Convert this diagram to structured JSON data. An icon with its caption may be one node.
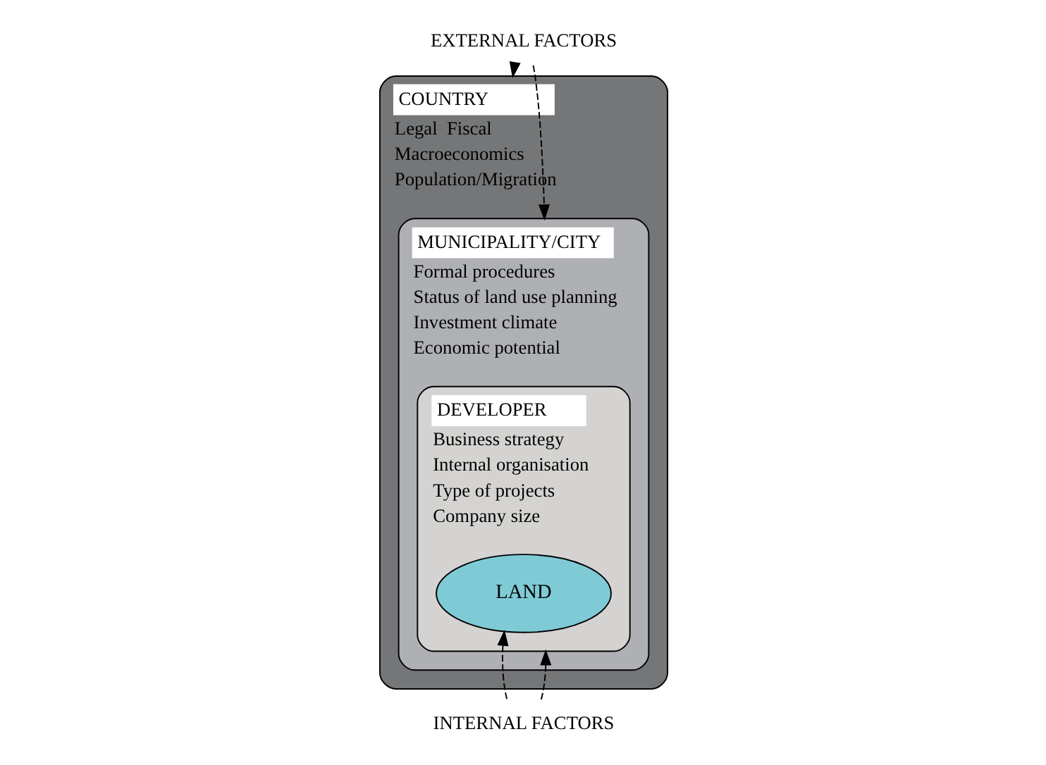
{
  "diagram": {
    "nodes": [
      {
        "text": [
          "COUNTRY",
          "Legal  Fiscal",
          "Macroeconomics",
          "Population/Migration"
        ]
      },
      {
        "text": [
          "MUNICIPALITY/CITY",
          "Formal procedures",
          "Status of land use planning",
          "Investment climate",
          "Economic potential"
        ],
        "in": 0
      },
      {
        "text": [
          "DEVELOPER",
          "Business strategy",
          "Internal organisation",
          "Type of projects",
          "Company size"
        ],
        "in": 1
      },
      {
        "text": [
          "LAND"
        ],
        "in": 2
      },
      {
        "text": [
          "EXTERNAL FACTORS"
        ]
      },
      {
        "text": [
          "INTERNAL FACTORS"
        ]
      }
    ],
    "edges": [
      {
        "from": 4,
        "to": 0,
        "arrow": "to",
        "style": "dashed"
      },
      {
        "from": 4,
        "to": 1,
        "arrow": "to",
        "style": "dashed"
      },
      {
        "from": 5,
        "to": 3,
        "arrow": "to",
        "style": "dashed"
      },
      {
        "from": 5,
        "to": 2,
        "arrow": "to",
        "style": "dashed"
      }
    ]
  }
}
